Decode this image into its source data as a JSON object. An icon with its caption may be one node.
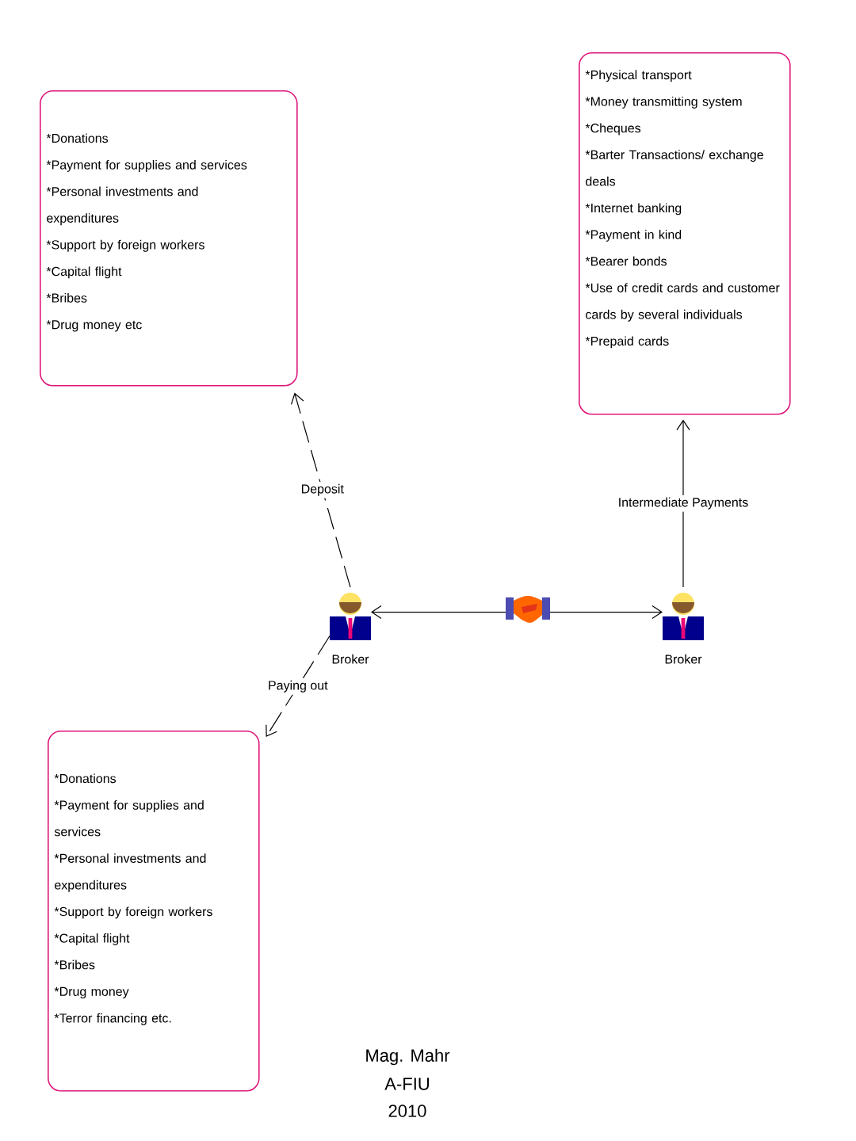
{
  "diagram": {
    "nodes": [
      {
        "text": [
          "*Donations",
          "*Payment for supplies and services",
          "*Personal investments and expenditures",
          "*Support by foreign workers",
          "*Capital flight",
          "*Bribes",
          "*Drug money etc"
        ]
      },
      {
        "text": [
          "*Physical transport",
          "*Money transmitting system",
          "*Cheques",
          "*Barter Transactions/ exchange deals",
          "*Internet banking",
          "*Payment in kind",
          "*Bearer bonds",
          "*Use of credit cards and customer cards by several individuals",
          "*Prepaid cards"
        ]
      },
      {
        "text": [
          "Broker"
        ]
      },
      {
        "text": [
          "Broker"
        ]
      },
      {
        "text": [
          "*Donations",
          "*Payment for supplies and services",
          "*Personal investments and expenditures",
          "*Support by foreign workers",
          "*Capital flight",
          "*Bribes",
          "*Drug money",
          "*Terror financing etc."
        ]
      }
    ],
    "edges": [
      {
        "from": 2,
        "to": 0,
        "arrow": "to",
        "label": "Deposit",
        "style": "dashed"
      },
      {
        "from": 3,
        "to": 1,
        "arrow": "to",
        "label": "Intermediate Payments"
      },
      {
        "from": 2,
        "to": 3,
        "arrow": "both"
      },
      {
        "from": 2,
        "to": 4,
        "arrow": "to",
        "label": "Paying out",
        "style": "dashed"
      }
    ],
    "labels": [
      "Mag. Mahr",
      "A-FIU",
      "2010"
    ]
  }
}
